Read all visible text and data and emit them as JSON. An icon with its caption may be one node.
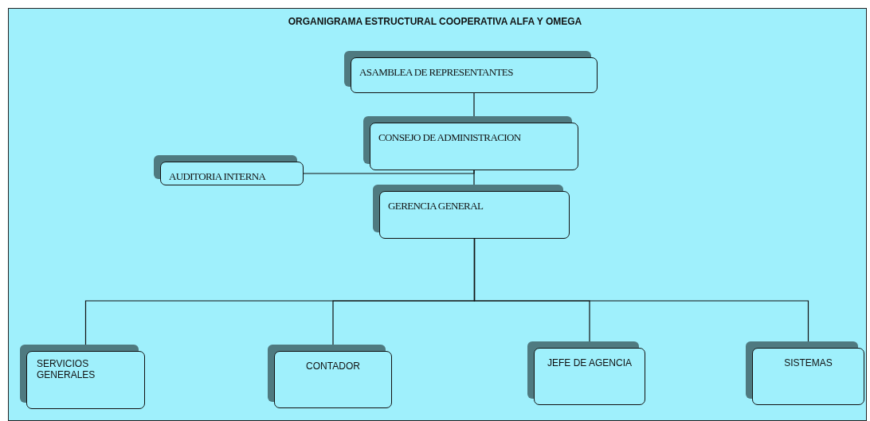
{
  "diagram": {
    "title": "ORGANIGRAMA ESTRUCTURAL COOPERATIVA ALFA Y OMEGA",
    "nodes": [
      {
        "text": [
          "ASAMBLEA DE REPRESENTANTES"
        ]
      },
      {
        "text": [
          "CONSEJO DE ADMINISTRACION"
        ]
      },
      {
        "text": [
          "AUDITORIA INTERNA"
        ]
      },
      {
        "text": [
          "GERENCIA GENERAL"
        ]
      },
      {
        "text": [
          "SERVICIOS GENERALES"
        ]
      },
      {
        "text": [
          "CONTADOR"
        ]
      },
      {
        "text": [
          "JEFE DE AGENCIA"
        ]
      },
      {
        "text": [
          "SISTEMAS"
        ]
      }
    ],
    "edges": [
      {
        "from": 0,
        "to": 1,
        "arrow": "none"
      },
      {
        "from": 1,
        "to": 3,
        "arrow": "none"
      },
      {
        "from": 1,
        "to": 2,
        "arrow": "none"
      },
      {
        "from": 3,
        "to": 4,
        "arrow": "none"
      },
      {
        "from": 3,
        "to": 5,
        "arrow": "none"
      },
      {
        "from": 3,
        "to": 6,
        "arrow": "none"
      },
      {
        "from": 3,
        "to": 7,
        "arrow": "none"
      }
    ]
  }
}
